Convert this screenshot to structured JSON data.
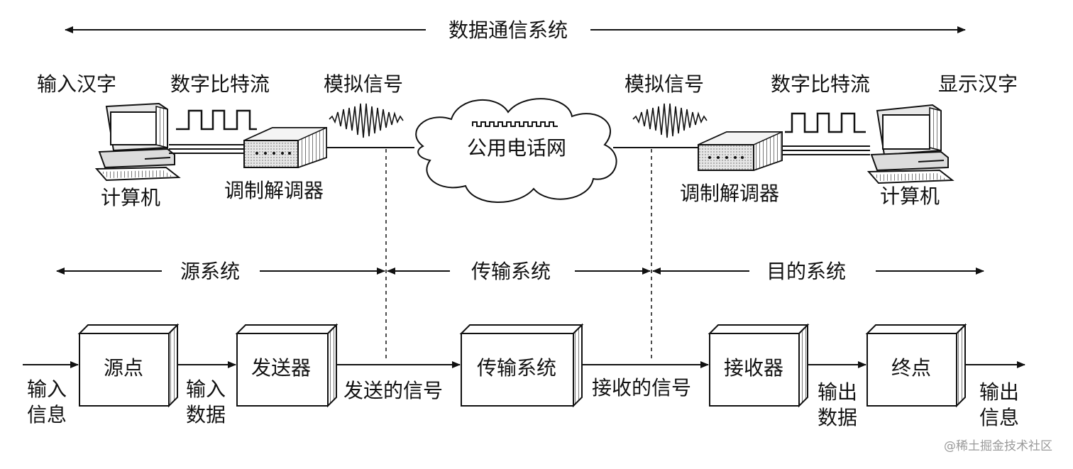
{
  "top": {
    "system_title": "数据通信系统",
    "left_caption": "输入汉字",
    "right_caption": "显示汉字",
    "bitstream_left": "数字比特流",
    "bitstream_right": "数字比特流",
    "analog_left": "模拟信号",
    "analog_right": "模拟信号",
    "network": "公用电话网",
    "computer_left": "计算机",
    "computer_right": "计算机",
    "modem_left": "调制解调器",
    "modem_right": "调制解调器"
  },
  "sections": {
    "source": "源系统",
    "transmission": "传输系统",
    "destination": "目的系统"
  },
  "blocks": {
    "source_point": "源点",
    "transmitter": "发送器",
    "transmission_system": "传输系统",
    "receiver": "接收器",
    "destination_point": "终点"
  },
  "flow": {
    "input_info_1": "输入",
    "input_info_2": "信息",
    "input_data_1": "输入",
    "input_data_2": "数据",
    "sent_signal": "发送的信号",
    "received_signal": "接收的信号",
    "output_data_1": "输出",
    "output_data_2": "数据",
    "output_info_1": "输出",
    "output_info_2": "信息"
  },
  "watermark": "@稀土掘金技术社区"
}
